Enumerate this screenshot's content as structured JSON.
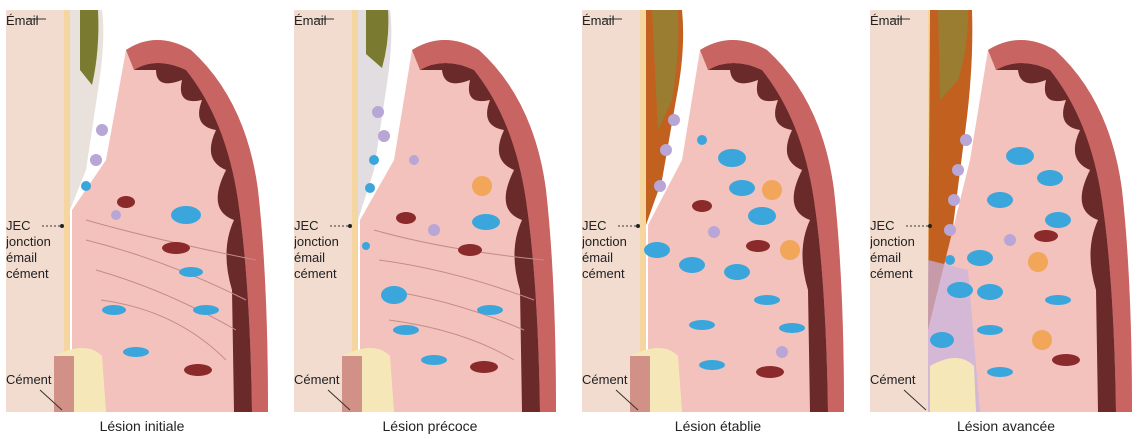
{
  "labels": {
    "email": "Émail",
    "jec": "JEC",
    "jec_line1": "jonction",
    "jec_line2": "émail",
    "jec_line3": "cément",
    "cement": "Cément"
  },
  "panels": [
    {
      "caption": "Lésion initiale"
    },
    {
      "caption": "Lésion précoce"
    },
    {
      "caption": "Lésion établie"
    },
    {
      "caption": "Lésion avancée"
    }
  ],
  "colors": {
    "gingiva_fill": "#f4c2bd",
    "gingiva_outer": "#c86462",
    "epithelium_dark": "#6b2a2a",
    "tooth": "#f1dccf",
    "bone": "#f6e7b8",
    "leukocyte": "#b8a6d6",
    "blue_cell": "#3aa6dc",
    "plaque_early": "#8a8a3a",
    "plaque_late": "#c2601f",
    "macrophage": "#f2a65a"
  }
}
